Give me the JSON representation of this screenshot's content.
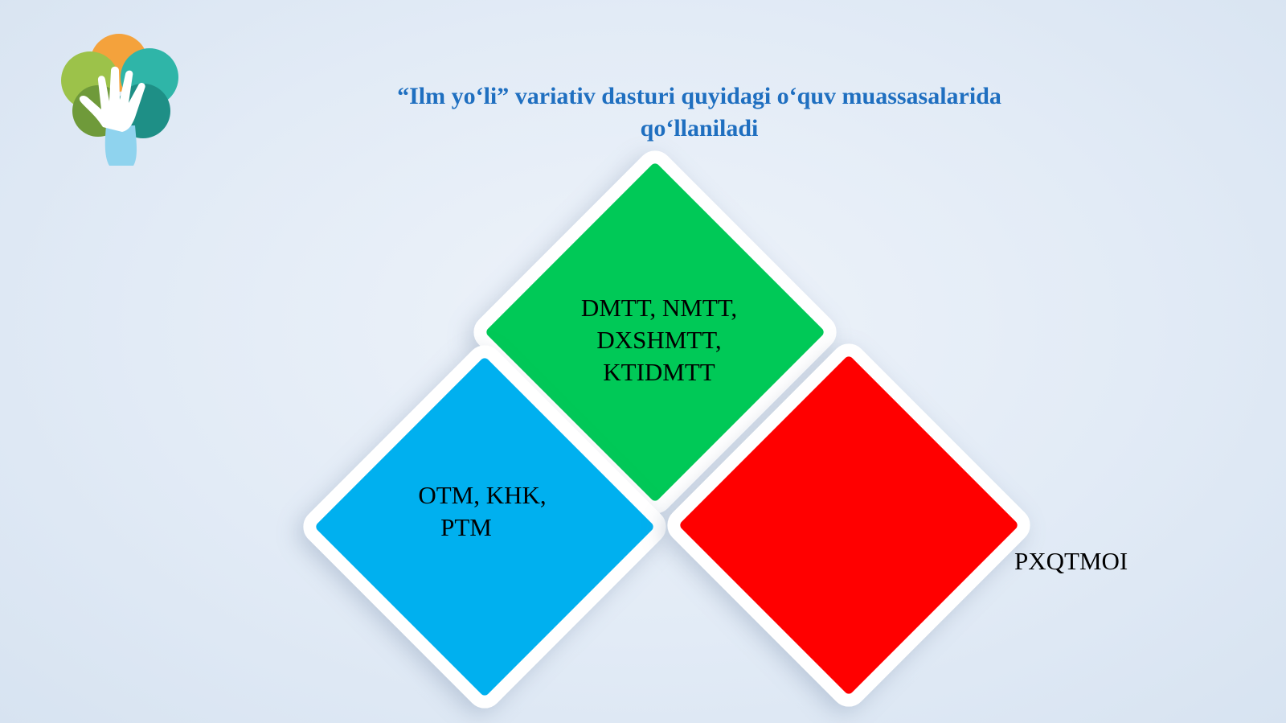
{
  "title": {
    "line1": "“Ilm yo‘li” variativ dasturi quyidagi o‘quv muassasalarida",
    "line2": "qo‘llaniladi"
  },
  "logo": {
    "icon": "tree-hand-logo",
    "colors": [
      "#f4a23c",
      "#9cc24a",
      "#2fb5a8",
      "#1e8f86",
      "#7fcbe6"
    ]
  },
  "diamonds": [
    {
      "color": "#00c957",
      "lines": [
        "DMTT, NMTT,",
        "DXSHMTT,",
        "KTIDMTT"
      ]
    },
    {
      "color": "#00b0ef",
      "lines": [
        "OTM, KHK,",
        "PTM"
      ]
    },
    {
      "color": "#ff0000",
      "lines": [
        "PXQTMOI"
      ]
    }
  ]
}
